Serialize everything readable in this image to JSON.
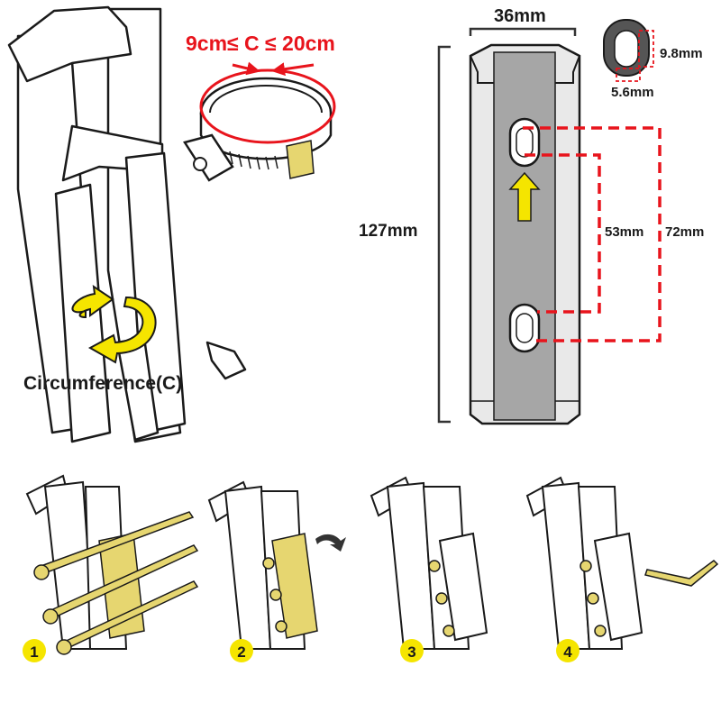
{
  "clamp": {
    "range_label": "9cm≤ C ≤ 20cm",
    "circumference_label": "Circumference(C)"
  },
  "dimensions": {
    "width": "36mm",
    "height": "127mm",
    "slot_height": "9.8mm",
    "slot_width": "5.6mm",
    "spacing_inner": "53mm",
    "spacing_outer": "72mm"
  },
  "steps": [
    "1",
    "2",
    "3",
    "4"
  ],
  "colors": {
    "red": "#e8141c",
    "yellow": "#f5e500",
    "brass": "#e6d670",
    "plate": "#a6a6a6",
    "outline": "#1a1a1a"
  }
}
